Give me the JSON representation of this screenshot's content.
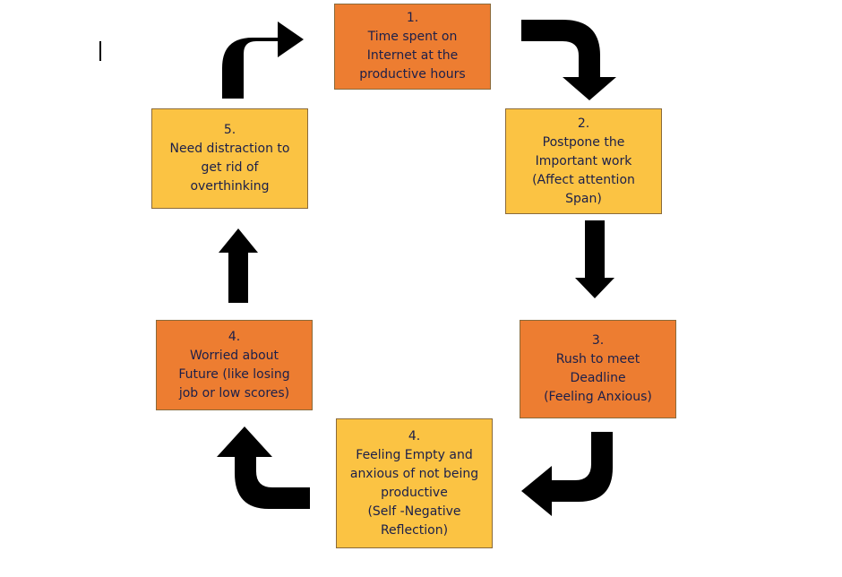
{
  "colors": {
    "orange_box": "#ed7d31",
    "gold_box": "#fbc343",
    "arrow": "#000000",
    "text": "#1b1f4a"
  },
  "steps": [
    {
      "id": "step1",
      "lines": [
        "1.",
        "Time spent on",
        "Internet at the",
        "productive hours"
      ]
    },
    {
      "id": "step2",
      "lines": [
        "2.",
        "Postpone the",
        "Important work",
        "(Affect attention",
        "Span)"
      ]
    },
    {
      "id": "step3",
      "lines": [
        "3.",
        "Rush to meet",
        "Deadline",
        "(Feeling Anxious)"
      ]
    },
    {
      "id": "step4a",
      "lines": [
        "4.",
        "Feeling Empty and",
        "anxious of not being",
        "productive",
        "(Self -Negative",
        "Reflection)"
      ]
    },
    {
      "id": "step4b",
      "lines": [
        "4.",
        "Worried about",
        "Future (like losing",
        "job or low scores)"
      ]
    },
    {
      "id": "step5",
      "lines": [
        "5.",
        "Need distraction to",
        "get rid of",
        "overthinking"
      ]
    }
  ],
  "arrows": [
    {
      "from": "step1",
      "to": "step2",
      "icon": "curved-arrow-down-icon"
    },
    {
      "from": "step2",
      "to": "step3",
      "icon": "arrow-down-icon"
    },
    {
      "from": "step3",
      "to": "step4a",
      "icon": "curved-arrow-left-icon"
    },
    {
      "from": "step4a",
      "to": "step4b",
      "icon": "curved-arrow-up-icon"
    },
    {
      "from": "step4b",
      "to": "step5",
      "icon": "arrow-up-icon"
    },
    {
      "from": "step5",
      "to": "step1",
      "icon": "curved-arrow-right-icon"
    }
  ]
}
